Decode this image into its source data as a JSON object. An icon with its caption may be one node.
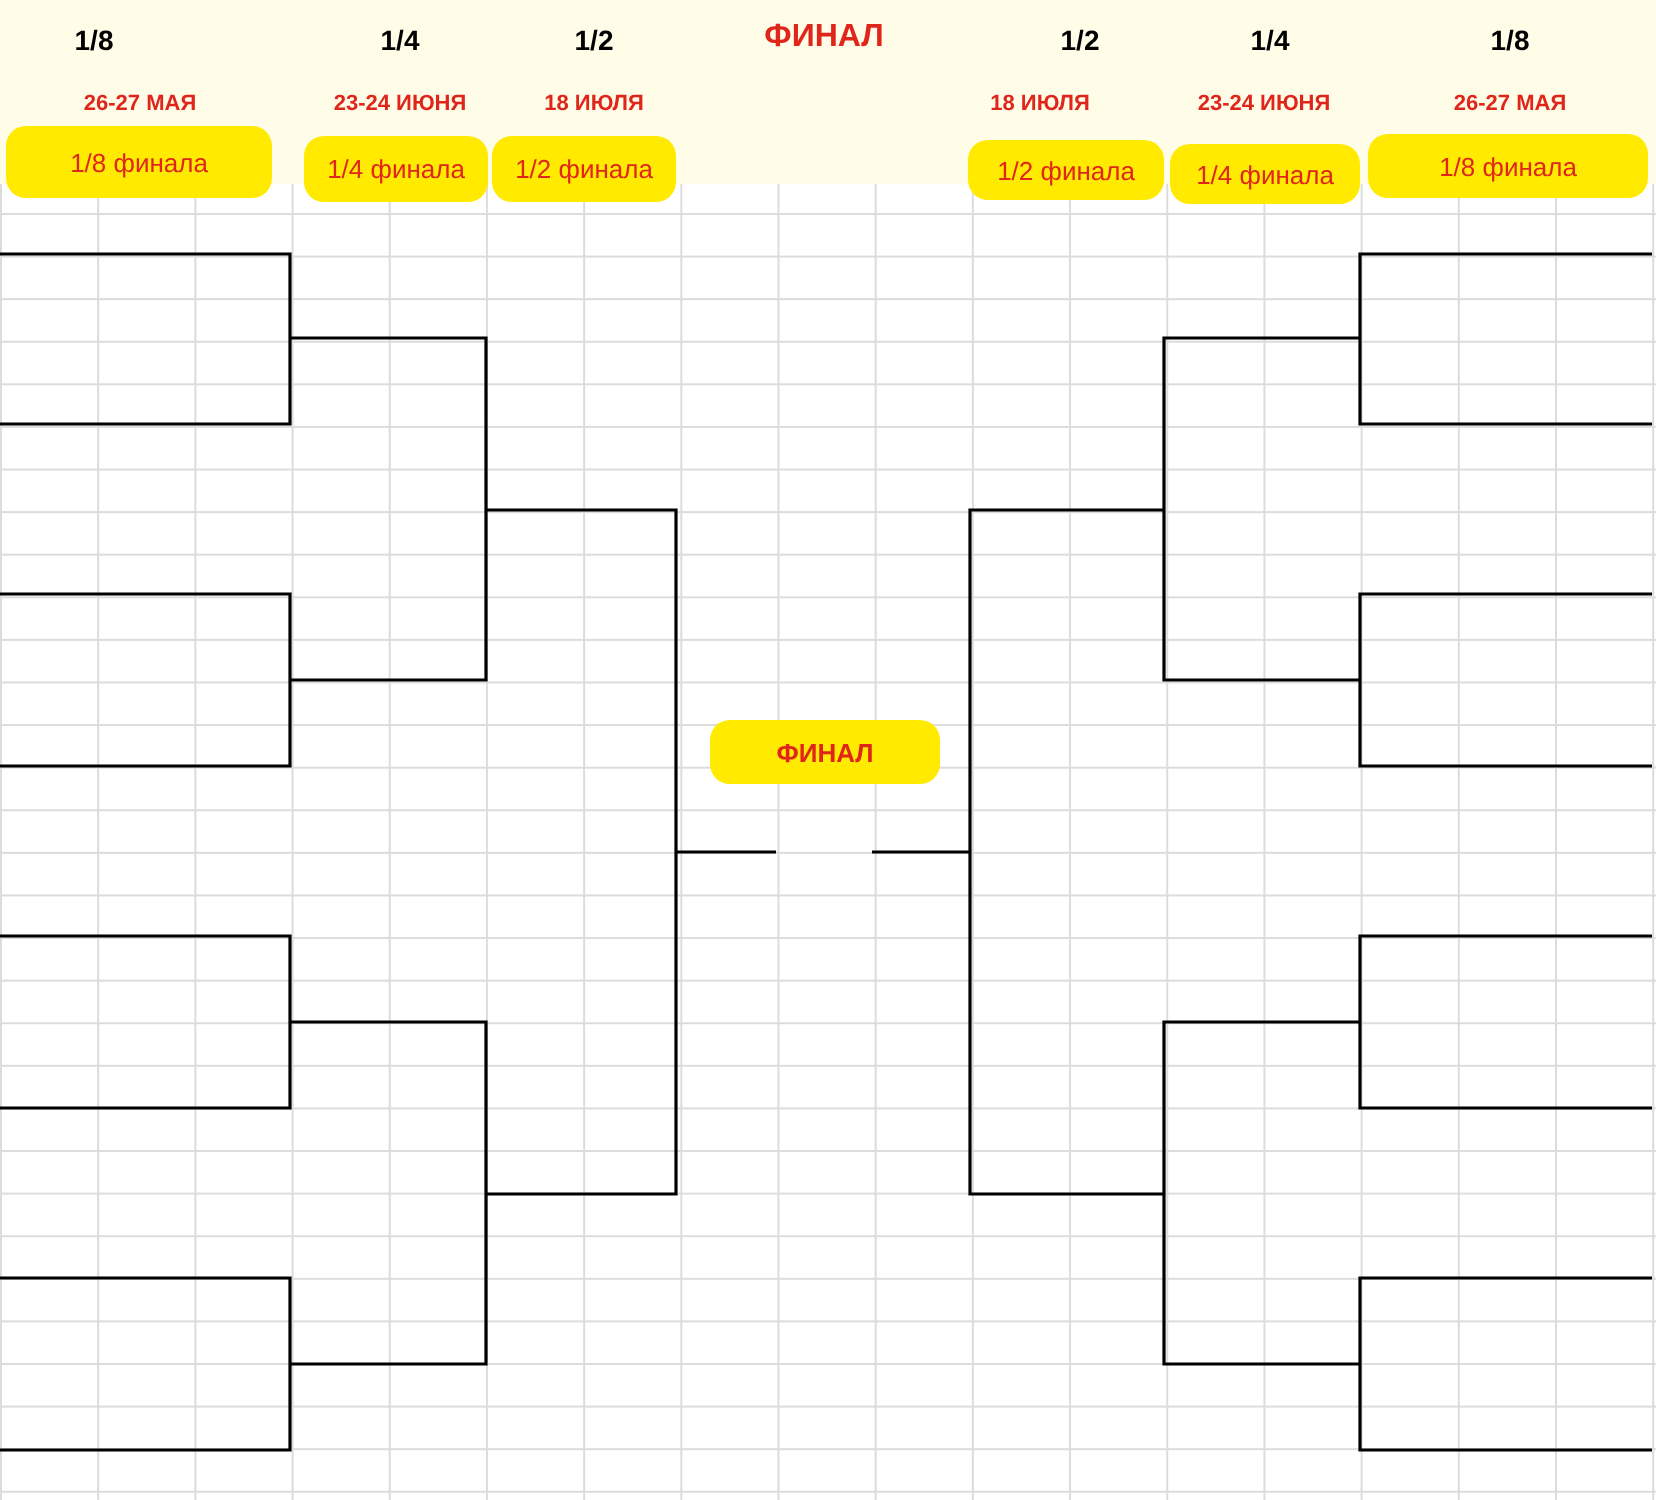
{
  "diagram": {
    "nodes": [
      {
        "text": [
          "1/8 финала"
        ]
      },
      {
        "text": [
          "1/4 финала"
        ]
      },
      {
        "text": [
          "1/2 финала"
        ]
      },
      {
        "text": [
          "ФИНАЛ"
        ]
      },
      {
        "text": [
          "1/2 финала"
        ]
      },
      {
        "text": [
          "1/4 финала"
        ]
      },
      {
        "text": [
          "1/8 финала"
        ]
      }
    ],
    "labels": [
      "1/8",
      "1/4",
      "1/2",
      "ФИНАЛ",
      "1/2",
      "1/4",
      "1/8",
      "26-27 МАЯ",
      "23-24 ИЮНЯ",
      "18 ИЮЛЯ",
      "18 ИЮЛЯ",
      "23-24 ИЮНЯ",
      "26-27 МАЯ"
    ]
  }
}
